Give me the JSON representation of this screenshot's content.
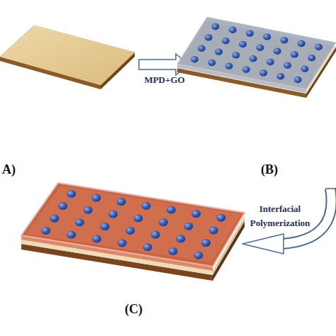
{
  "diagram": {
    "labels": [
      "A)",
      "MPD+GO",
      "(B)",
      "Interfacial Polymerization",
      "(C)"
    ]
  }
}
